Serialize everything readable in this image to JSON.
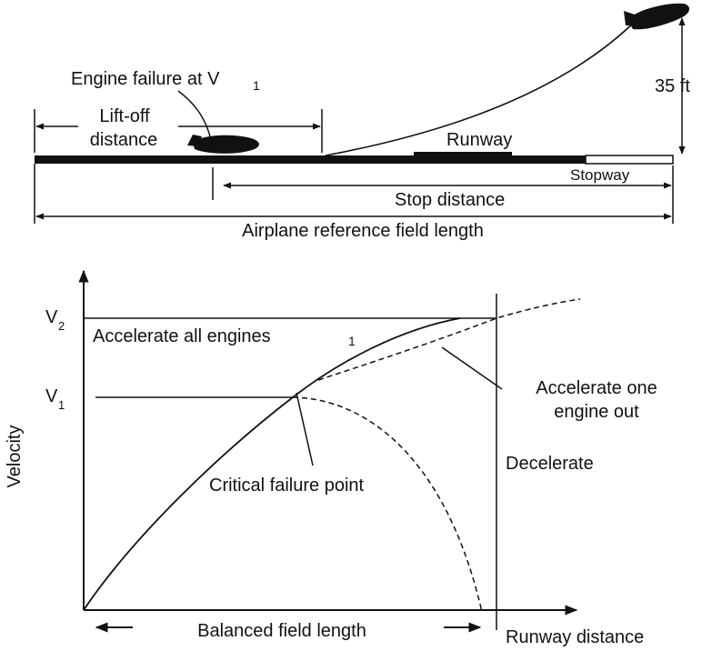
{
  "top_diagram": {
    "engine_failure_label": "Engine failure at V",
    "engine_failure_subscript": "1",
    "liftoff_label_line1": "Lift-off",
    "liftoff_label_line2": "distance",
    "runway_label": "Runway",
    "height_label": "35 ft",
    "stopway_label": "Stopway",
    "stop_distance_label": "Stop distance",
    "field_length_label": "Airplane reference field length"
  },
  "graph": {
    "y_axis_label": "Velocity",
    "x_axis_label": "Runway distance",
    "v2_label": "V",
    "v2_subscript": "2",
    "v1_label": "V",
    "v1_subscript": "1",
    "accelerate_all_label": "Accelerate all engines",
    "stray_mark": "1",
    "accelerate_one_line1": "Accelerate one",
    "accelerate_one_line2": "engine out",
    "decelerate_label": "Decelerate",
    "critical_point_label": "Critical failure point",
    "balanced_field_label": "Balanced field length"
  }
}
